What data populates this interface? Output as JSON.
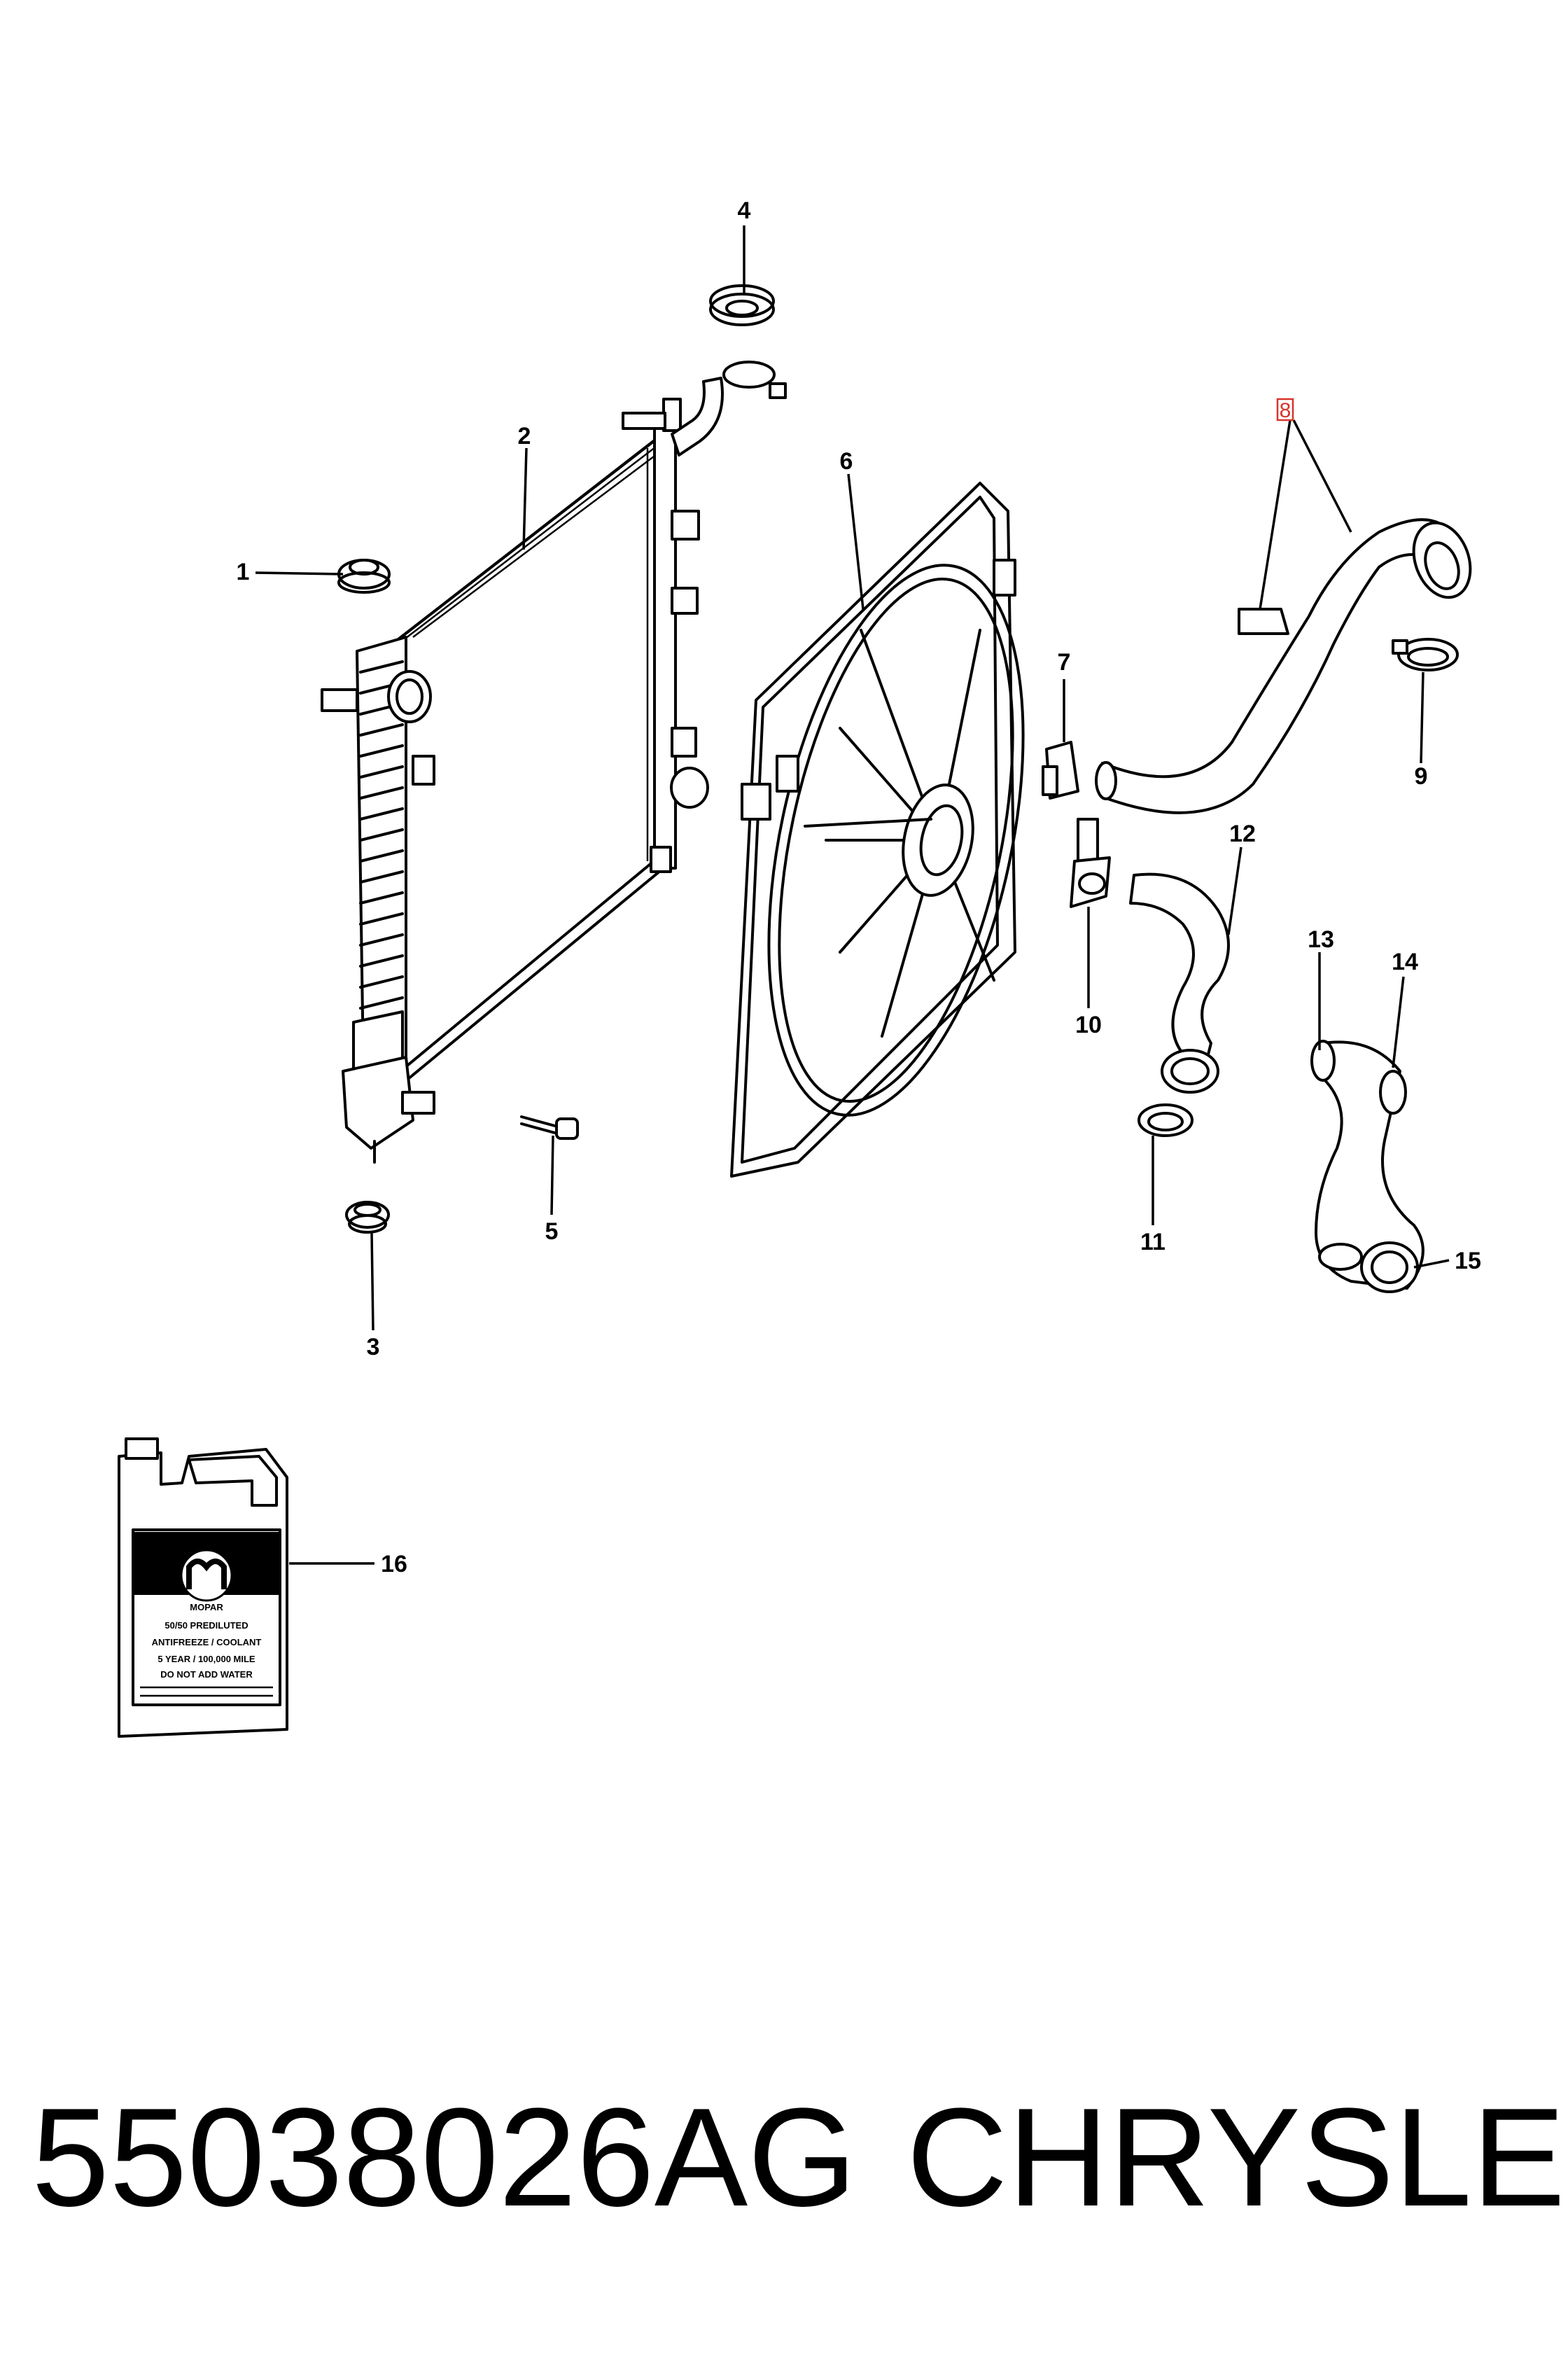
{
  "callouts": {
    "c1": "1",
    "c2": "2",
    "c3": "3",
    "c4": "4",
    "c5": "5",
    "c6": "6",
    "c7": "7",
    "c8": "8",
    "c9": "9",
    "c10": "10",
    "c11": "11",
    "c12": "12",
    "c13": "13",
    "c14": "14",
    "c15": "15",
    "c16": "16"
  },
  "jug_label": {
    "brand": "MOPAR",
    "line1": "50/50 PREDILUTED",
    "line2": "ANTIFREEZE / COOLANT",
    "line3": "5 YEAR / 100,000 MILE",
    "line4": "DO NOT ADD WATER"
  },
  "footer": {
    "part_number": "55038026AG",
    "brand": "CHRYSLER"
  },
  "colors": {
    "ink": "#000000",
    "highlight": "#d9342b",
    "background": "#ffffff"
  }
}
